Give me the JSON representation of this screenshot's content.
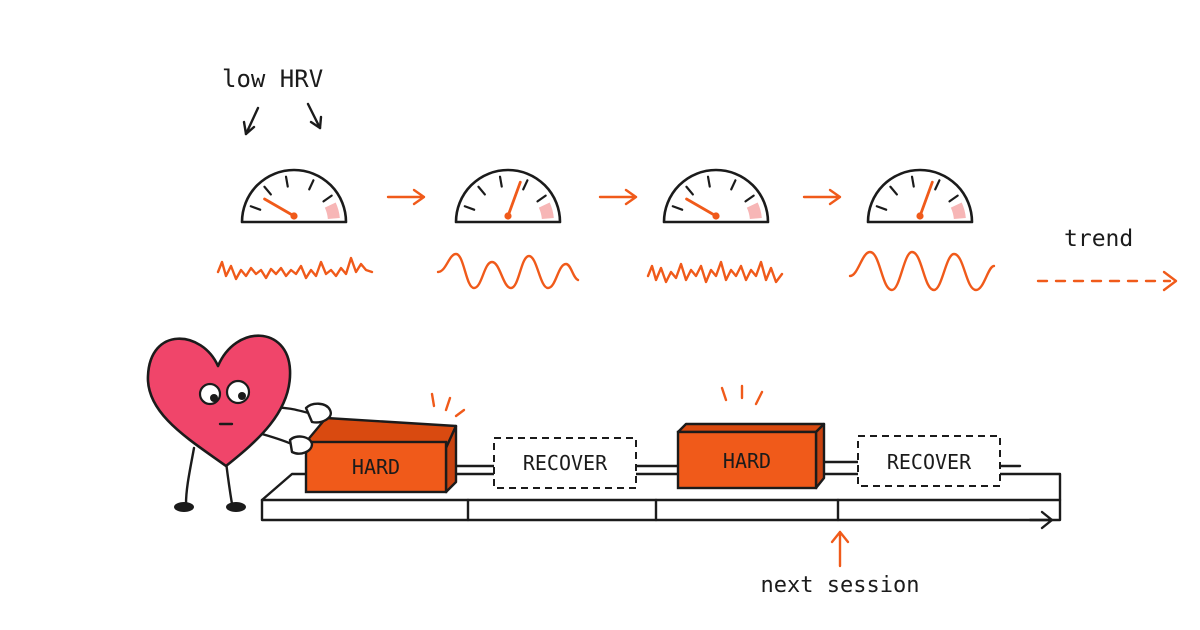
{
  "annotations": {
    "low_hrv": "low HRV",
    "trend": "trend",
    "next_session": "next session"
  },
  "gauges": [
    {
      "needle": "low"
    },
    {
      "needle": "high"
    },
    {
      "needle": "low"
    },
    {
      "needle": "high"
    }
  ],
  "blocks": {
    "hard_1": "HARD",
    "recover_1": "RECOVER",
    "hard_2": "HARD",
    "recover_2": "RECOVER"
  },
  "colors": {
    "accent": "#f05a1a",
    "block_fill": "#f05a1a",
    "heart": "#f0456a",
    "ink": "#1b1b1b",
    "red_zone": "#f7b6b6"
  },
  "icons": [
    "heart-character-icon",
    "gauge-icon",
    "arrow-right-icon",
    "arrow-up-icon"
  ]
}
